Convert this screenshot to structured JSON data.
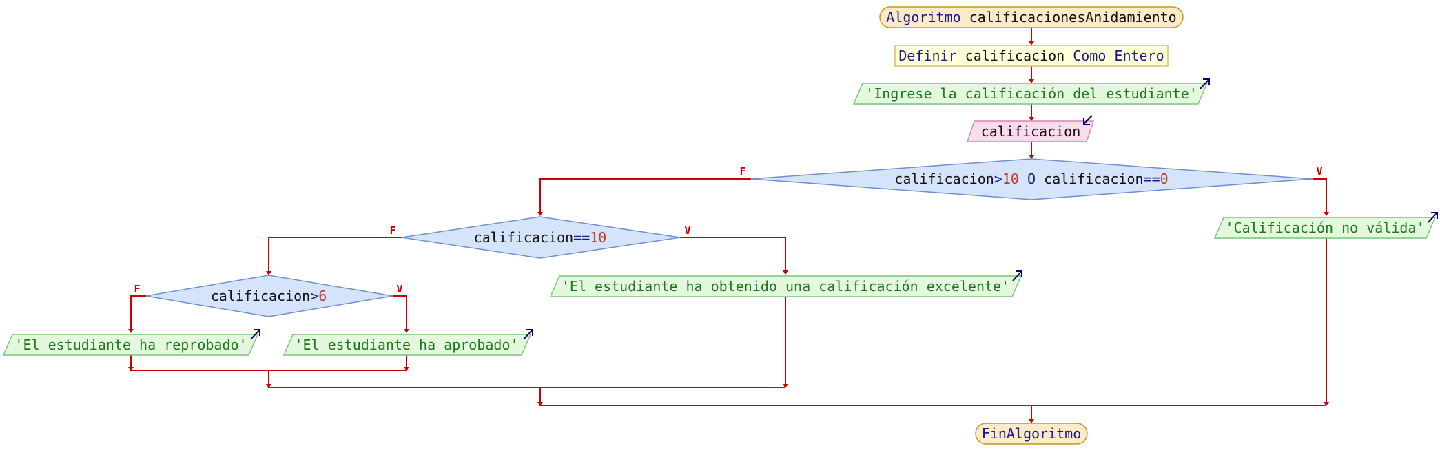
{
  "diagram": {
    "start": {
      "kw": "Algoritmo",
      "name": "calificacionesAnidamiento"
    },
    "define": {
      "kw1": "Definir",
      "var": "calificacion",
      "kw2": "Como",
      "kw3": "Entero"
    },
    "prompt_output": "'Ingrese la calificación del estudiante'",
    "read_input": "calificacion",
    "cond1": {
      "var1": "calificacion",
      "op1": ">",
      "num1": "10",
      "kwO": "O",
      "var2": "calificacion",
      "op2": "==",
      "num2": "0"
    },
    "cond2": {
      "var": "calificacion",
      "op": "==",
      "num": "10"
    },
    "cond3": {
      "var": "calificacion",
      "op": ">",
      "num": "6"
    },
    "out_invalid": "'Calificación no válida'",
    "out_excellent": "'El estudiante ha obtenido una calificación excelente'",
    "out_failed": "'El estudiante ha reprobado'",
    "out_passed": "'El estudiante ha aprobado'",
    "end": "FinAlgoritmo",
    "flag_false": "F",
    "flag_true": "V"
  },
  "colors": {
    "terminal_fill": "#fdebc8",
    "terminal_stroke": "#c8961e",
    "process_fill": "#ffffd9",
    "process_stroke": "#d4c45c",
    "output_fill": "#e3f8dc",
    "output_stroke": "#7ac47a",
    "input_fill": "#fbdcec",
    "input_stroke": "#d088b0",
    "decision_fill": "#d6e4fb",
    "decision_stroke": "#6f8fd0",
    "edge": "#cc0000"
  },
  "icons": {
    "output": "output-arrow-icon",
    "input": "input-arrow-icon"
  }
}
